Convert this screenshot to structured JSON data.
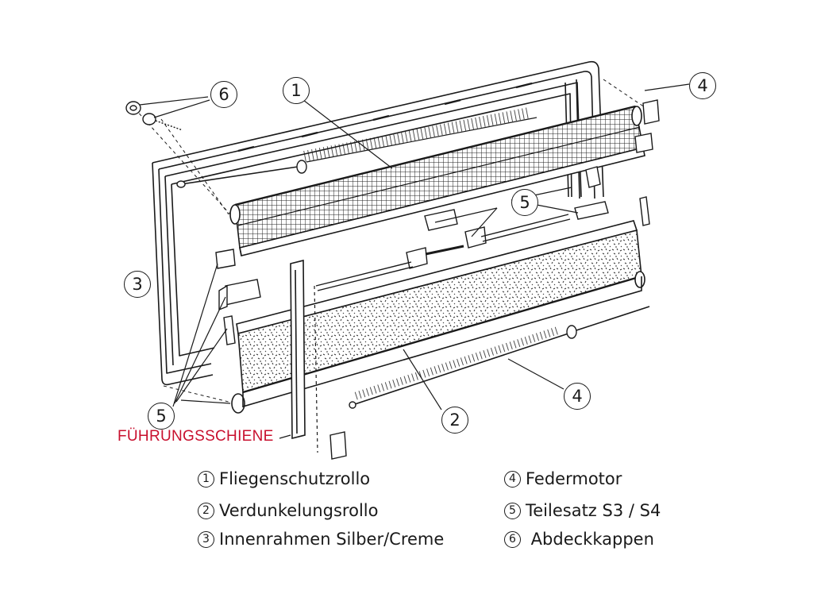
{
  "diagram": {
    "callouts": {
      "c1_top": "1",
      "c2_bottom": "2",
      "c3_left": "3",
      "c4_top": "4",
      "c4_bottom": "4",
      "c5_mid": "5",
      "c5_bottom": "5",
      "c6_top": "6"
    },
    "guide_rail_label": "FÜHRUNGSSCHIENE",
    "colors": {
      "line": "#1a1a1a",
      "label_red": "#c8102e",
      "background": "#ffffff"
    }
  },
  "legend": {
    "left": [
      {
        "num": "1",
        "text": "Fliegenschutzrollo"
      },
      {
        "num": "2",
        "text": "Verdunkelungsrollo"
      },
      {
        "num": "3",
        "text": "Innenrahmen Silber/Creme"
      }
    ],
    "right": [
      {
        "num": "4",
        "text": "Federmotor"
      },
      {
        "num": "5",
        "text": "Teilesatz S3 / S4"
      },
      {
        "num": "6",
        "text": " Abdeckkappen"
      }
    ]
  }
}
